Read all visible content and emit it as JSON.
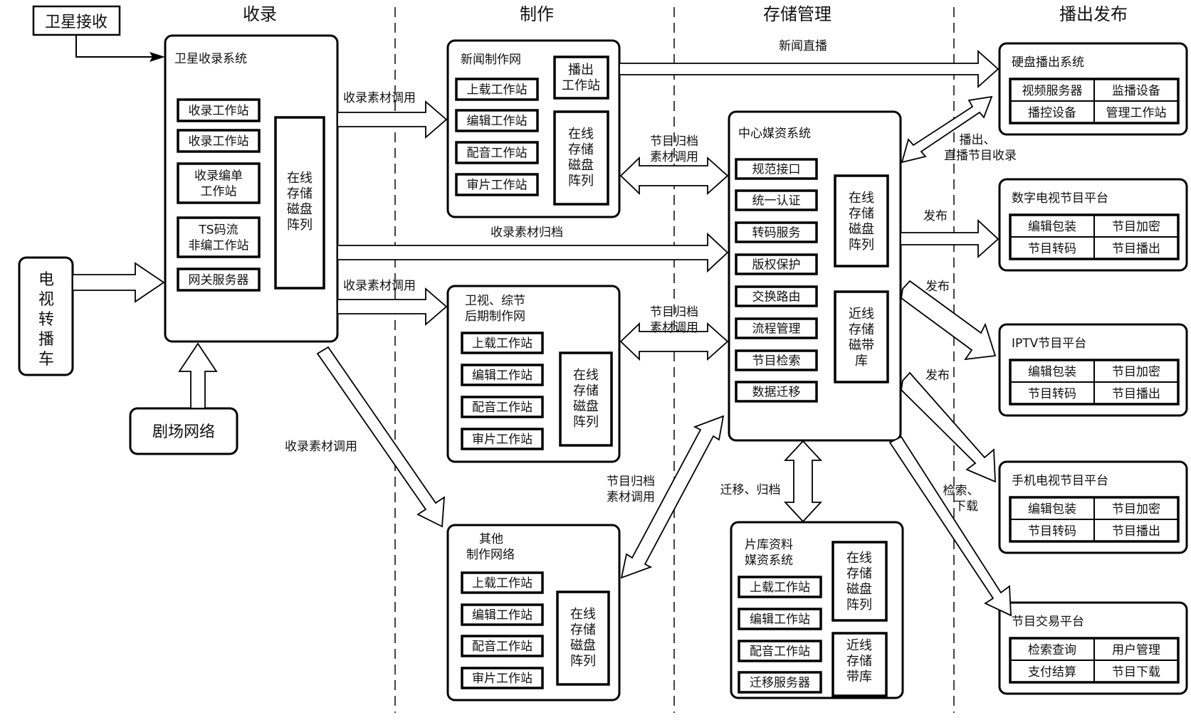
{
  "columns": [
    "收录",
    "制作",
    "存储管理",
    "播出发布"
  ],
  "sources": {
    "satellite": "卫星接收",
    "ob_van": "电视转播车",
    "theater": "剧场网络"
  },
  "ingest_system": {
    "title": "卫星收录系统",
    "workstations": [
      "收录工作站",
      "收录工作站",
      "收录编单|工作站",
      "TS码流|非编工作站",
      "网关服务器"
    ],
    "storage": "在线|存储|磁盘|阵列"
  },
  "news_network": {
    "title": "新闻制作网",
    "workstations": [
      "上载工作站",
      "编辑工作站",
      "配音工作站",
      "审片工作站"
    ],
    "playout_ws": "播出|工作站",
    "storage": "在线|存储|磁盘|阵列"
  },
  "satellite_variety_network": {
    "title": "卫视、综节|后期制作网",
    "workstations": [
      "上载工作站",
      "编辑工作站",
      "配音工作站",
      "审片工作站"
    ],
    "storage": "在线|存储|磁盘|阵列"
  },
  "other_network": {
    "title": "其他|制作网络",
    "workstations": [
      "上载工作站",
      "编辑工作站",
      "配音工作站",
      "审片工作站"
    ],
    "storage": "在线|存储|磁盘|阵列"
  },
  "central_mam": {
    "title": "中心媒资系统",
    "services": [
      "规范接口",
      "统一认证",
      "转码服务",
      "版权保护",
      "交换路由",
      "流程管理",
      "节目检索",
      "数据迁移"
    ],
    "online_storage": "在线|存储|磁盘|阵列",
    "nearline_storage": "近线|存储|磁带|库"
  },
  "archive_mam": {
    "title": "片库资料|媒资系统",
    "workstations": [
      "上载工作站",
      "编辑工作站",
      "配音工作站",
      "迁移服务器"
    ],
    "online_storage": "在线|存储|磁盘|阵列",
    "nearline_storage": "近线|存储|带库"
  },
  "outputs": [
    {
      "title": "硬盘播出系统",
      "cells": [
        "视频服务器",
        "监播设备",
        "播控设备",
        "管理工作站"
      ]
    },
    {
      "title": "数字电视节目平台",
      "cells": [
        "编辑包装",
        "节目加密",
        "节目转码",
        "节目播出"
      ]
    },
    {
      "title": "IPTV节目平台",
      "cells": [
        "编辑包装",
        "节目加密",
        "节目转码",
        "节目播出"
      ]
    },
    {
      "title": "手机电视节目平台",
      "cells": [
        "编辑包装",
        "节目加密",
        "节目转码",
        "节目播出"
      ]
    },
    {
      "title": "节目交易平台",
      "cells": [
        "检索查询",
        "用户管理",
        "支付结算",
        "节目下载"
      ]
    }
  ],
  "flows": {
    "ingest_call_news": "收录素材调用",
    "ingest_archive": "收录素材归档",
    "ingest_call_sat": "收录素材调用",
    "ingest_call_other": "收录素材调用",
    "news_live": "新闻直播",
    "archive_call_1": "节目归档|素材调用",
    "archive_call_2": "节目归档|素材调用",
    "archive_call_3": "节目归档|素材调用",
    "playout_record": "播出、|直播节目收录",
    "publish_1": "发布",
    "publish_2": "发布",
    "publish_3": "发布",
    "migrate_archive": "迁移、归档",
    "search_download": "检索、|下载"
  }
}
